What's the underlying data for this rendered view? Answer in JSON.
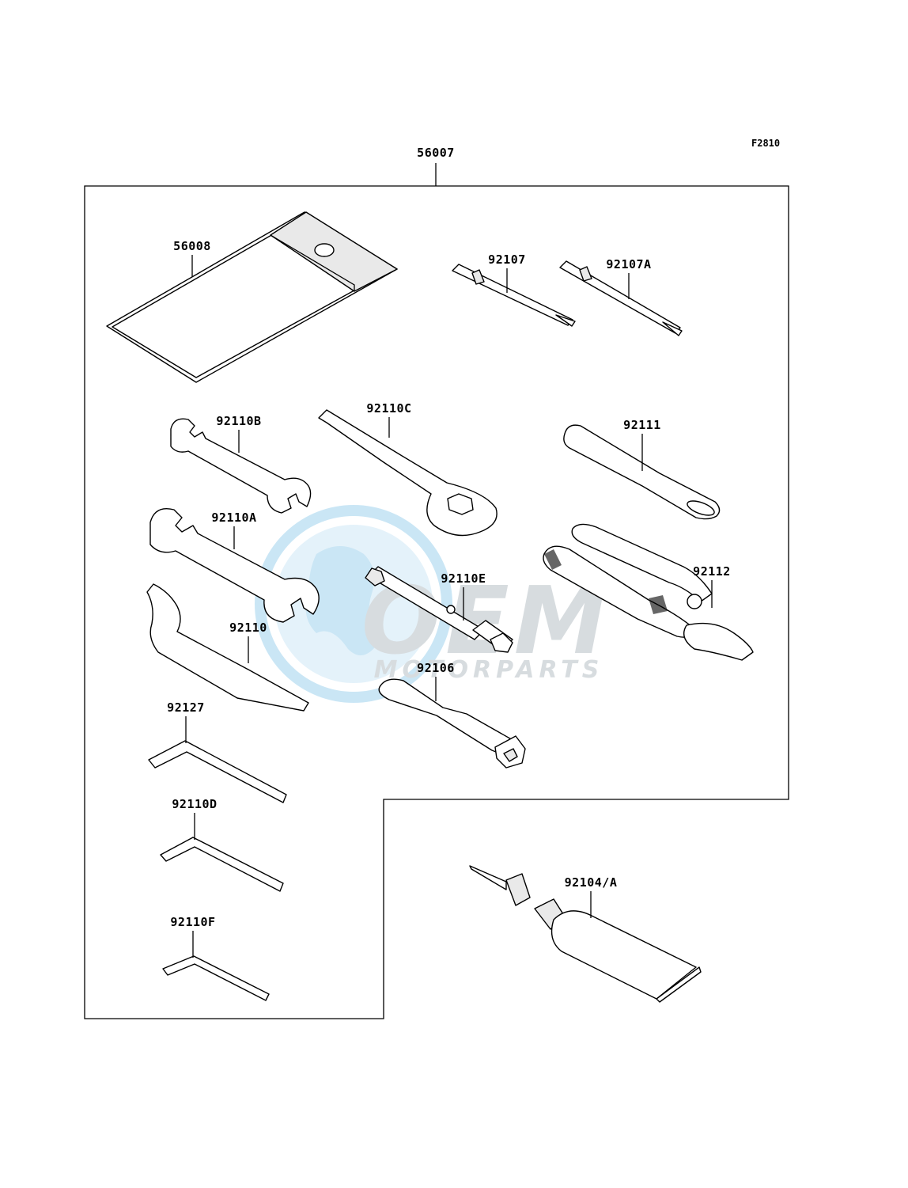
{
  "diagram_code": "F2810",
  "assembly_part": "56007",
  "watermark": {
    "main": "OEM",
    "sub": "MOTORPARTS",
    "color_circle": "#9fd3ee",
    "color_letters": "#b8c0c6"
  },
  "parts": [
    {
      "number": "56008",
      "icon": "tool-bag-icon"
    },
    {
      "number": "92107",
      "icon": "screwdriver-bit-icon"
    },
    {
      "number": "92107A",
      "icon": "screwdriver-bit-icon"
    },
    {
      "number": "92110B",
      "icon": "open-end-wrench-icon"
    },
    {
      "number": "92110C",
      "icon": "box-wrench-icon"
    },
    {
      "number": "92111",
      "icon": "extension-bar-icon"
    },
    {
      "number": "92110A",
      "icon": "open-end-wrench-icon"
    },
    {
      "number": "92110E",
      "icon": "socket-wrench-icon"
    },
    {
      "number": "92112",
      "icon": "pliers-icon"
    },
    {
      "number": "92110",
      "icon": "hook-spanner-icon"
    },
    {
      "number": "92106",
      "icon": "screwdriver-handle-icon"
    },
    {
      "number": "92127",
      "icon": "hex-key-icon"
    },
    {
      "number": "92110D",
      "icon": "hex-key-icon"
    },
    {
      "number": "92110F",
      "icon": "hex-key-icon"
    },
    {
      "number": "92104/A",
      "icon": "grease-tube-icon"
    }
  ]
}
